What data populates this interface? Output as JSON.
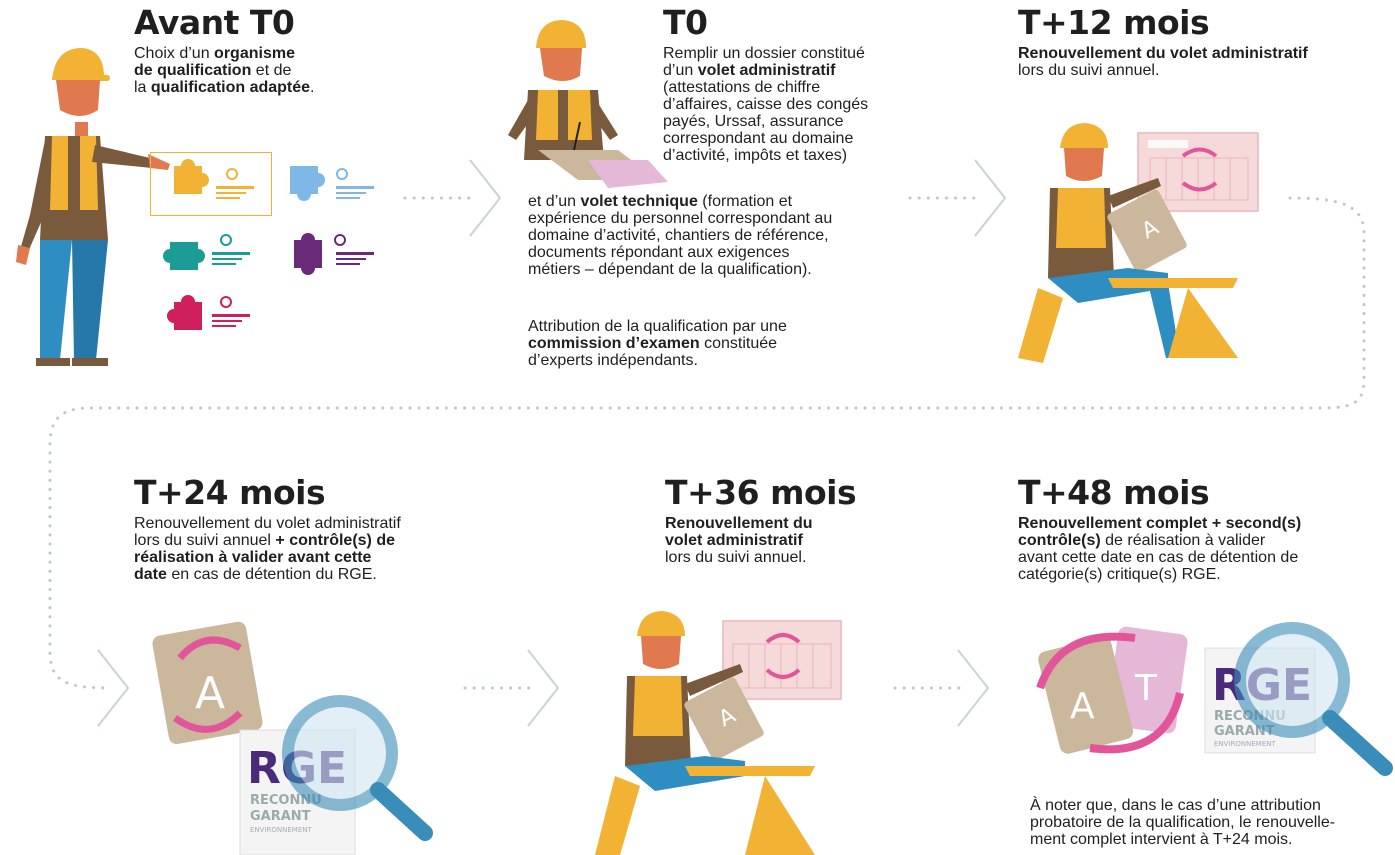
{
  "stages": [
    {
      "title": "Avant T0",
      "text": [
        [
          {
            "t": "Choix d’un "
          },
          {
            "t": "organisme",
            "b": true
          }
        ],
        [
          {
            "t": "de qualification",
            "b": true
          },
          {
            "t": " et de"
          }
        ],
        [
          {
            "t": "la "
          },
          {
            "t": "qualification adaptée",
            "b": true
          },
          {
            "t": "."
          }
        ]
      ]
    },
    {
      "title": "T0",
      "text": [
        [
          {
            "t": "Remplir un dossier constitué"
          }
        ],
        [
          {
            "t": "d’un "
          },
          {
            "t": "volet administratif",
            "b": true
          }
        ],
        [
          {
            "t": "(attestations de chiffre"
          }
        ],
        [
          {
            "t": "d’affaires, caisse des congés"
          }
        ],
        [
          {
            "t": "payés, Urssaf, assurance"
          }
        ],
        [
          {
            "t": "correspondant au domaine"
          }
        ],
        [
          {
            "t": "d’activité, impôts et taxes)"
          }
        ]
      ],
      "text2": [
        [
          {
            "t": "et d’un "
          },
          {
            "t": "volet technique",
            "b": true
          },
          {
            "t": " (formation et"
          }
        ],
        [
          {
            "t": "expérience du personnel correspondant au"
          }
        ],
        [
          {
            "t": "domaine d’activité, chantiers de référence,"
          }
        ],
        [
          {
            "t": "documents répondant aux exigences"
          }
        ],
        [
          {
            "t": "métiers – dépendant de la qualification)."
          }
        ]
      ],
      "text3": [
        [
          {
            "t": "Attribution de la qualification par une"
          }
        ],
        [
          {
            "t": "commission d’examen",
            "b": true
          },
          {
            "t": " constituée"
          }
        ],
        [
          {
            "t": "d’experts indépendants."
          }
        ]
      ]
    },
    {
      "title": "T+12 mois",
      "text": [
        [
          {
            "t": "Renouvellement du volet administratif",
            "b": true
          }
        ],
        [
          {
            "t": "lors du suivi annuel."
          }
        ]
      ]
    },
    {
      "title": "T+24 mois",
      "text": [
        [
          {
            "t": "Renouvellement du volet administratif"
          }
        ],
        [
          {
            "t": "lors du suivi annuel "
          },
          {
            "t": "+ contrôle(s) de",
            "b": true
          }
        ],
        [
          {
            "t": "réalisation à valider avant cette",
            "b": true
          }
        ],
        [
          {
            "t": "date",
            "b": true
          },
          {
            "t": " en cas de détention du RGE."
          }
        ]
      ]
    },
    {
      "title": "T+36 mois",
      "text": [
        [
          {
            "t": "Renouvellement du",
            "b": true
          }
        ],
        [
          {
            "t": "volet administratif",
            "b": true
          }
        ],
        [
          {
            "t": "lors du suivi annuel."
          }
        ]
      ]
    },
    {
      "title": "T+48 mois",
      "text": [
        [
          {
            "t": "Renouvellement complet + second(s)",
            "b": true
          }
        ],
        [
          {
            "t": "contrôle(s)",
            "b": true
          },
          {
            "t": " de réalisation à valider"
          }
        ],
        [
          {
            "t": "avant cette date en cas de détention de"
          }
        ],
        [
          {
            "t": "catégorie(s) critique(s) RGE."
          }
        ]
      ],
      "note": [
        [
          {
            "t": "À noter que, dans le cas d’une attribution"
          }
        ],
        [
          {
            "t": "probatoire de la qualification, le renouvelle-"
          }
        ],
        [
          {
            "t": "ment complet intervient à T+24 mois."
          }
        ]
      ]
    }
  ],
  "badge": {
    "rge": "RGE",
    "reconnu": "RECONNU",
    "garant": "GARANT",
    "env": "ENVIRONNEMENT"
  },
  "doc_letters": {
    "a": "A",
    "t": "T"
  },
  "colors": {
    "helmet": "#f2b233",
    "skin": "#e07a4e",
    "vest": "#f2b233",
    "shirt": "#7a5a3c",
    "jeans": "#2f8ec1",
    "pink": "#e2559a",
    "magnifier": "#3a8db8",
    "purple": "#4a2a7a",
    "doc": "#cbb89c",
    "puzzle_yellow": "#f2b233",
    "puzzle_blue": "#7fb8e6",
    "puzzle_teal": "#1c9c97",
    "puzzle_purple": "#6a2a7a",
    "puzzle_red": "#d01f5e",
    "dots": "#b8c8d4",
    "chevron": "#c9d3db"
  }
}
